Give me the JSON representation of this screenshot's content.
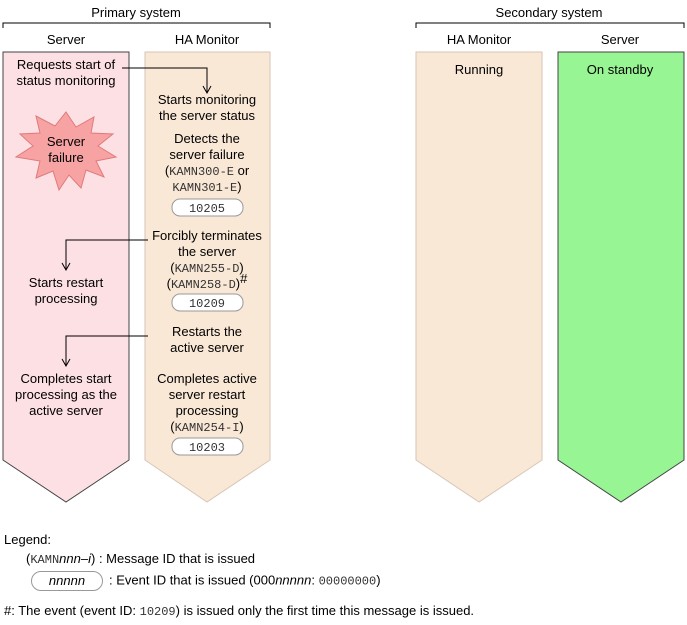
{
  "primary": {
    "title": "Primary system",
    "server_header": "Server",
    "ha_header": "HA Monitor",
    "server_steps": {
      "req1": "Requests start of",
      "req2": "status monitoring",
      "fail1": "Server",
      "fail2": "failure",
      "restart1": "Starts restart",
      "restart2": "processing",
      "complete1": "Completes start",
      "complete2": "processing as the",
      "complete3": "active server"
    },
    "ha_steps": {
      "mon1": "Starts monitoring",
      "mon2": "the server status",
      "det1": "Detects the",
      "det2": "server failure",
      "det3_code": "KAMN300-E",
      "det3_suffix": " or",
      "det4_code": "KAMN301-E",
      "event1": "10205",
      "term1": "Forcibly terminates",
      "term2": "the server",
      "term3_code": "KAMN255-D",
      "term4_code": "KAMN258-D",
      "term4_mark": "#",
      "event2": "10209",
      "rst1": "Restarts the",
      "rst2": "active server",
      "comp1": "Completes active",
      "comp2": "server restart",
      "comp3": "processing",
      "comp4_code": "KAMN254-I",
      "event3": "10203"
    }
  },
  "secondary": {
    "title": "Secondary system",
    "ha_header": "HA Monitor",
    "server_header": "Server",
    "ha_status": "Running",
    "server_status": "On standby"
  },
  "legend": {
    "title": "Legend:",
    "msg_prefix": "KAMN",
    "msg_var": "nnn",
    "msg_dash": "–",
    "msg_suffix": "i",
    "msg_desc": ": Message ID that is issued",
    "event_pill": "nnnnn",
    "event_desc_prefix": ": Event ID that is issued (000",
    "event_var": "nnnnn",
    "event_zeros": "00000000",
    "footnote_prefix": "#: The event (event ID: ",
    "footnote_code": "10209",
    "footnote_suffix": ") is issued only the first time this message is issued."
  },
  "colors": {
    "server_primary": "#fde0e3",
    "server_primary_stroke": "#444444",
    "ha_fill": "#fae8d6",
    "ha_stroke": "#c8b8a8",
    "standby_fill": "#98f593",
    "burst_fill": "#f7a3a3"
  }
}
